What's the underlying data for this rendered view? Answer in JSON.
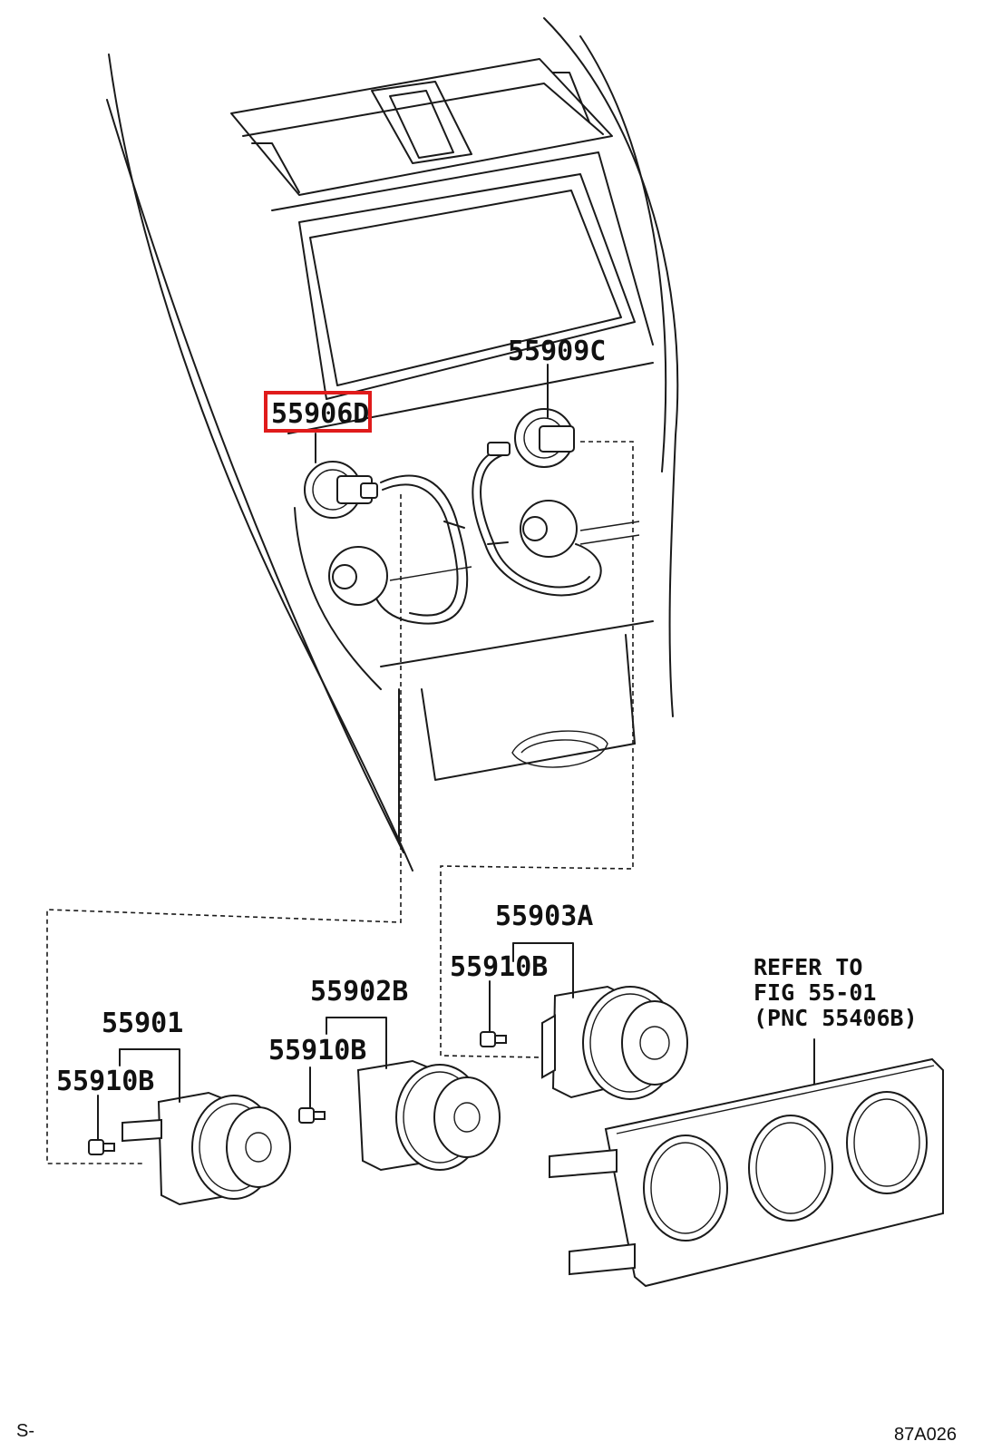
{
  "diagram": {
    "part_labels": {
      "p55906d": "55906D",
      "p55909c": "55909C",
      "p55903a": "55903A",
      "p55910b_a": "55910B",
      "p55902b": "55902B",
      "p55910b_b": "55910B",
      "p55901": "55901",
      "p55910b_c": "55910B"
    },
    "refer_note": [
      "REFER TO",
      "FIG 55-01",
      "(PNC 55406B)"
    ],
    "footer_left": "S-",
    "footer_right": "87A026",
    "highlight_color": "#e01b1b"
  }
}
